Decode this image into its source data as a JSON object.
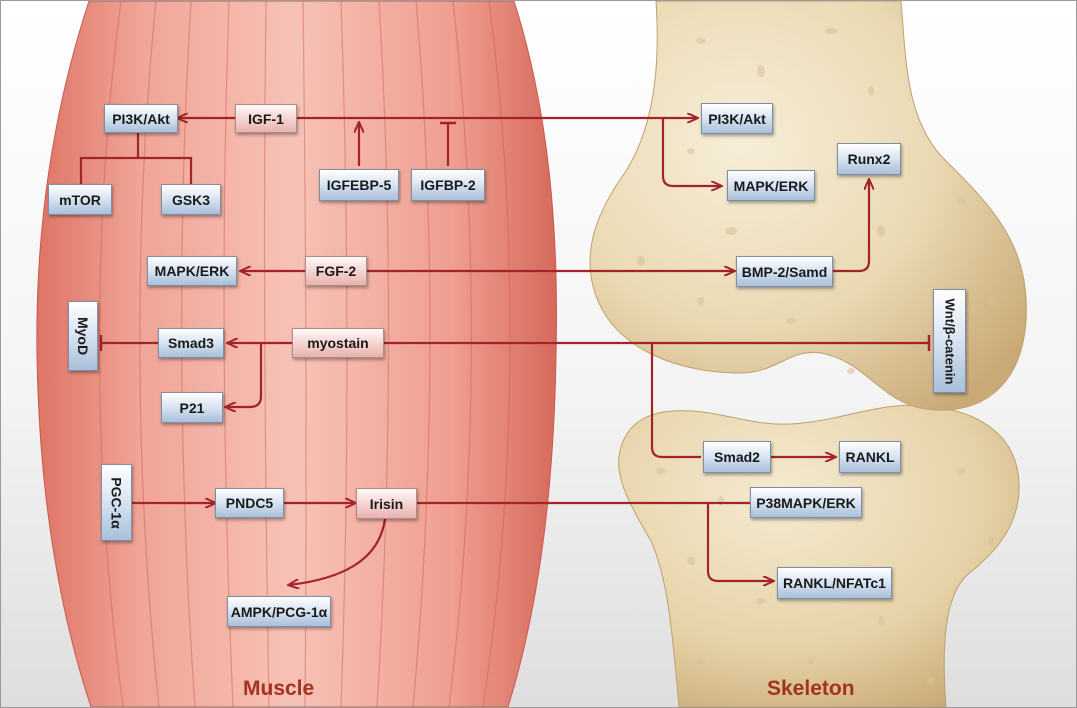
{
  "regions": {
    "muscle": "Muscle",
    "skeleton": "Skeleton"
  },
  "nodes": {
    "igf1": "IGF-1",
    "pi3k_muscle": "PI3K/Akt",
    "mtor": "mTOR",
    "gsk3": "GSK3",
    "igfebp5": "IGFEBP-5",
    "igfbp2": "IGFBP-2",
    "mapk_muscle": "MAPK/ERK",
    "fgf2": "FGF-2",
    "myod": "MyoD",
    "smad3": "Smad3",
    "myostain": "myostain",
    "p21": "P21",
    "pgc1a": "PGC-1α",
    "pndc5": "PNDC5",
    "irisin": "Irisin",
    "ampk": "AMPK/PCG-1α",
    "pi3k_bone": "PI3K/Akt",
    "mapk_bone": "MAPK/ERK",
    "runx2": "Runx2",
    "bmp2": "BMP-2/Samd",
    "wnt": "Wnt/β-catenin",
    "smad2": "Smad2",
    "rankl": "RANKL",
    "p38": "P38MAPK/ERK",
    "rankl_nfatc1": "RANKL/NFATc1"
  },
  "colors": {
    "arrow": "#a3232a",
    "muscle_light": "#f3b6aa",
    "muscle_dark": "#db6f62",
    "bone_light": "#f2e5c9",
    "bone_dark": "#c8aa78",
    "region_label": "#a2341f"
  }
}
